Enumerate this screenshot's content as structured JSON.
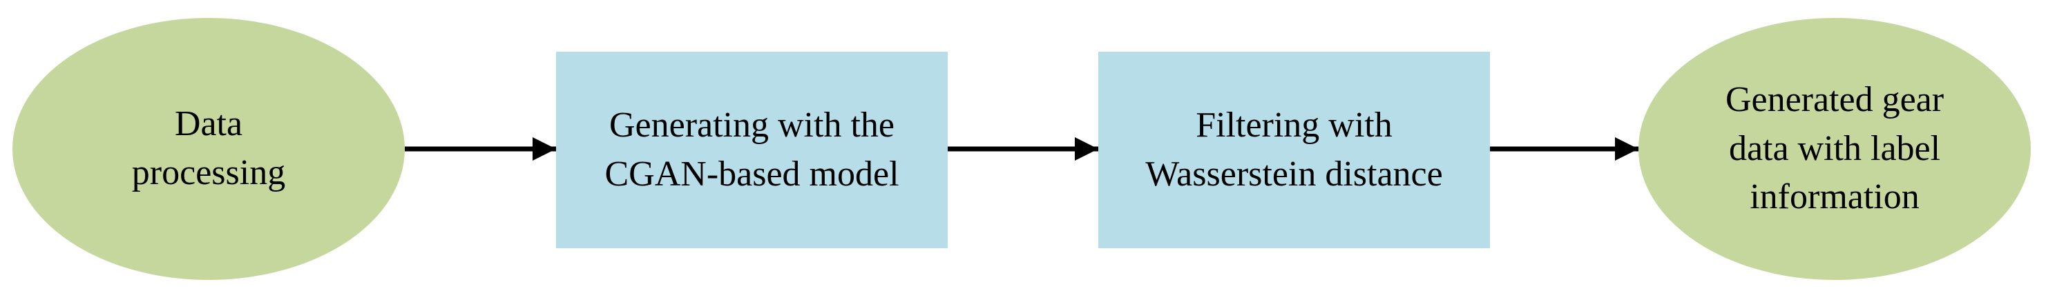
{
  "flowchart": {
    "nodes": [
      {
        "id": "n1",
        "shape": "ellipse",
        "label": "Data\nprocessing"
      },
      {
        "id": "n2",
        "shape": "rect",
        "label": "Generating with the\nCGAN-based model"
      },
      {
        "id": "n3",
        "shape": "rect",
        "label": "Filtering with\nWasserstein distance"
      },
      {
        "id": "n4",
        "shape": "ellipse",
        "label": "Generated gear\ndata with label\ninformation"
      }
    ],
    "edges": [
      {
        "from": "n1",
        "to": "n2"
      },
      {
        "from": "n2",
        "to": "n3"
      },
      {
        "from": "n3",
        "to": "n4"
      }
    ]
  },
  "colors": {
    "ellipse_fill": "#c5d79d",
    "rect_fill": "#b7dde8",
    "arrow": "#000000",
    "text": "#000000"
  }
}
